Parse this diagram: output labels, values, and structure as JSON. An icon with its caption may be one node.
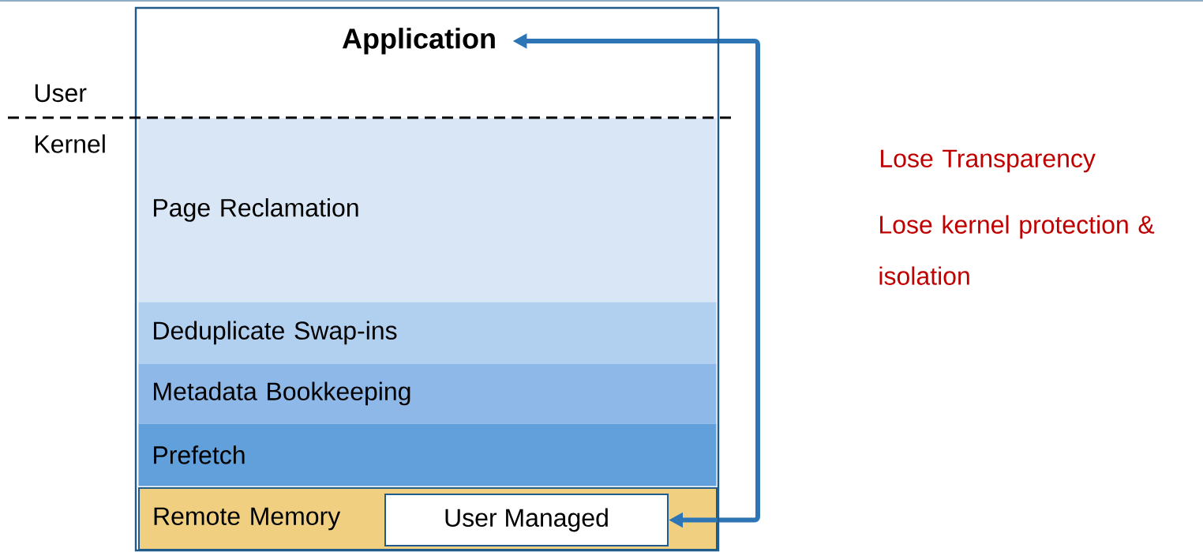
{
  "diagram": {
    "nodes": [
      {
        "text": [
          "Application"
        ]
      },
      {
        "text": [
          "Page Reclamation"
        ]
      },
      {
        "text": [
          "Deduplicate Swap-ins"
        ]
      },
      {
        "text": [
          "Metadata Bookkeeping"
        ]
      },
      {
        "text": [
          "Prefetch"
        ]
      },
      {
        "text": [
          "Remote Memory"
        ]
      },
      {
        "text": [
          "User Managed"
        ],
        "in": 5
      }
    ],
    "edges": [
      {
        "from": 6,
        "to": 0,
        "arrow": "both",
        "color": "#2e75b6"
      }
    ],
    "labels": [
      "User",
      "Kernel",
      "Lose Transparency",
      "Lose kernel protection & isolation"
    ]
  }
}
